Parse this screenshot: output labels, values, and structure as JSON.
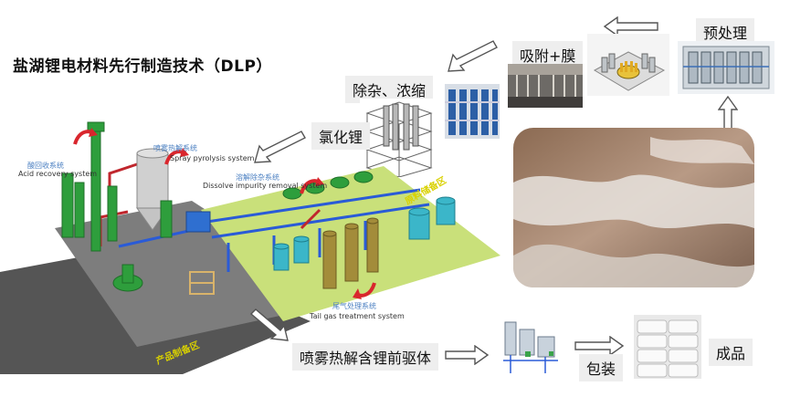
{
  "title": "盐湖锂电材料先行制造技术（DLP）",
  "steps": {
    "pretreatment": "预处理",
    "adsorption_membrane": "吸附+膜",
    "impurity_concentration": "除杂、浓缩",
    "lithium_chloride": "氯化锂",
    "spray_precursor": "喷雾热解含锂前驱体",
    "packaging": "包装",
    "finished_product": "成品"
  },
  "systems": {
    "acid_recovery_cn": "酸回收系统",
    "acid_recovery_en": "Acid recovery system",
    "spray_pyrolysis_cn": "喷雾热解系统",
    "spray_pyrolysis_en": "Spray pyrolysis system",
    "dissolve_cn": "溶解除杂系统",
    "dissolve_en": "Dissolve impurity removal system",
    "tail_gas_cn": "尾气处理系统",
    "tail_gas_en": "Tail gas treatment system",
    "raw_zone": "原料储备区",
    "product_zone": "产品制备区"
  },
  "colors": {
    "arrow_outline": "#555555",
    "equipment_green": "#2e9e3c",
    "pipe_blue": "#2a5bd7",
    "pipe_red": "#c0262d",
    "zone_green": "#c9e07a",
    "zone_gray": "#7d7d7d",
    "zone_dark": "#555555"
  },
  "icons": [
    "hollow-arrow-left",
    "hollow-arrow-down-left",
    "hollow-arrow-up",
    "hollow-arrow-right",
    "red-curved-arrow"
  ]
}
